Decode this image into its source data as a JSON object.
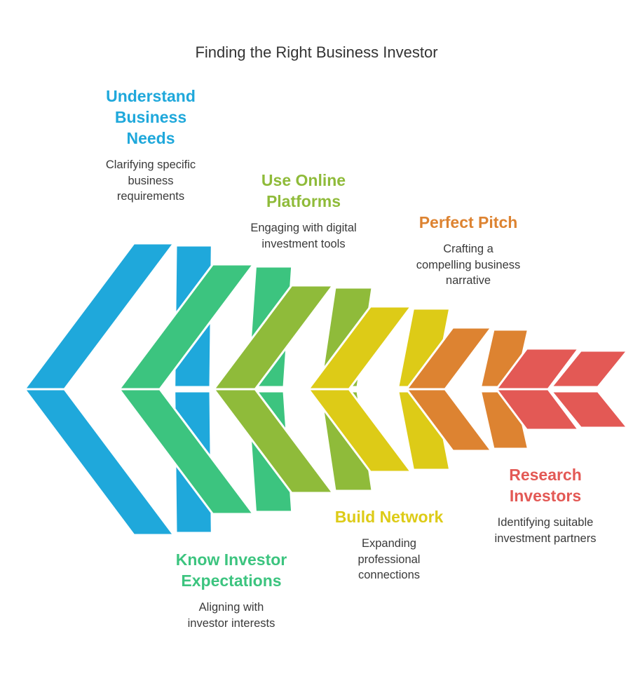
{
  "title": "Finding the Right Business Investor",
  "stages": [
    {
      "name": "understand",
      "heading": "Understand\nBusiness\nNeeds",
      "description": "Clarifying specific\nbusiness\nrequirements",
      "color": "#1FA8DB"
    },
    {
      "name": "expectations",
      "heading": "Know Investor\nExpectations",
      "description": "Aligning with\ninvestor interests",
      "color": "#3CC47F"
    },
    {
      "name": "online",
      "heading": "Use Online\nPlatforms",
      "description": "Engaging with digital\ninvestment tools",
      "color": "#8FBB3A"
    },
    {
      "name": "network",
      "heading": "Build Network",
      "description": "Expanding\nprofessional\nconnections",
      "color": "#DDCB17"
    },
    {
      "name": "pitch",
      "heading": "Perfect Pitch",
      "description": "Crafting a\ncompelling business\nnarrative",
      "color": "#DD8331"
    },
    {
      "name": "research",
      "heading": "Research\nInvestors",
      "description": "Identifying suitable\ninvestment partners",
      "color": "#E35955"
    }
  ]
}
